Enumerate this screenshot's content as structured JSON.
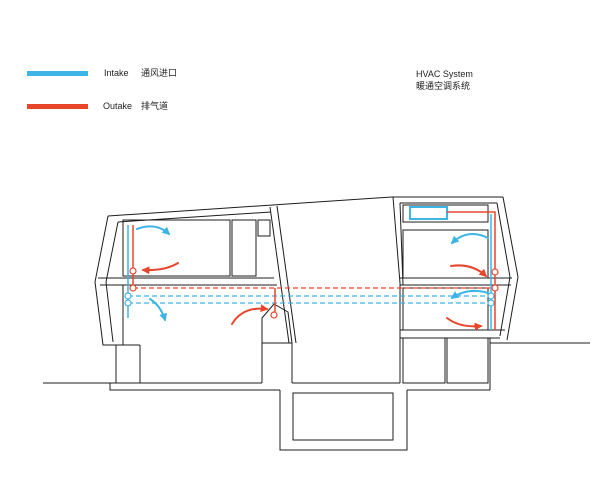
{
  "legend": {
    "items": [
      {
        "label": "Intake",
        "label_cn": "通风进口",
        "color": "#3cb4e5"
      },
      {
        "label": "Outake",
        "label_cn": "排气道",
        "color": "#e8462b"
      }
    ]
  },
  "title": {
    "en": "HVAC System",
    "cn": "暖通空调系统"
  }
}
